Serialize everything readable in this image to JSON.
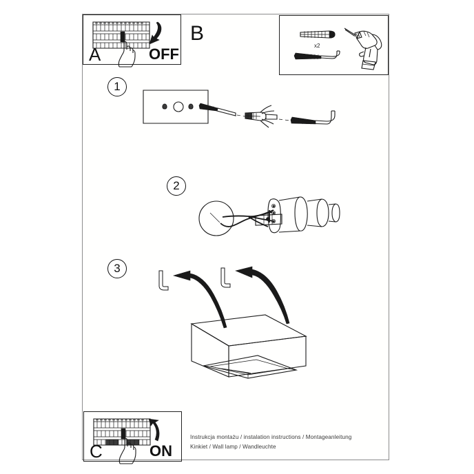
{
  "document": {
    "type": "installation-instruction-sheet",
    "product": "Kinkiet / Wall lamp / Wandleuchte"
  },
  "header": {
    "panel_a": {
      "letter": "A",
      "action_label": "OFF",
      "icon": "circuit-breaker-panel-icon",
      "hand_icon": "pointing-hand-icon",
      "arrow_icon": "curved-arrow-down-icon"
    },
    "panel_b": {
      "letter": "B"
    },
    "panel_tools": {
      "quantity_label": "x2",
      "items": [
        {
          "icon": "wall-plug-icon",
          "label": "x2"
        },
        {
          "icon": "hook-screw-icon",
          "label": ""
        },
        {
          "icon": "cordless-drill-icon",
          "label": ""
        }
      ]
    }
  },
  "steps": [
    {
      "number": "1",
      "name": "mark-and-drill-holes",
      "icons": [
        "wall-junction-box-icon",
        "drill-bit-icon",
        "wall-plug-icon",
        "hook-screw-icon"
      ]
    },
    {
      "number": "2",
      "name": "wire-lamp-socket",
      "icons": [
        "lamp-socket-icon",
        "terminal-block-icon",
        "wire-icon",
        "ceiling-rose-icon"
      ]
    },
    {
      "number": "3",
      "name": "mount-cube-shade",
      "icons": [
        "hook-screw-icon",
        "hook-screw-icon",
        "cube-lamp-body-icon",
        "curved-arrow-icon",
        "curved-arrow-icon"
      ]
    }
  ],
  "footer": {
    "panel_c": {
      "letter": "C",
      "action_label": "ON",
      "icon": "circuit-breaker-panel-icon",
      "hand_icon": "pointing-hand-icon",
      "arrow_icon": "curved-arrow-up-icon"
    },
    "instruction_line_1": "Instrukcja montażu / instalation instructions / Montageanleitung",
    "instruction_line_2": "Kinkiet / Wall lamp / Wandleuchte"
  },
  "colors": {
    "ink": "#1a1a1a",
    "frame": "#8c8c8c",
    "paper": "#ffffff",
    "text": "#3a3a3a"
  }
}
